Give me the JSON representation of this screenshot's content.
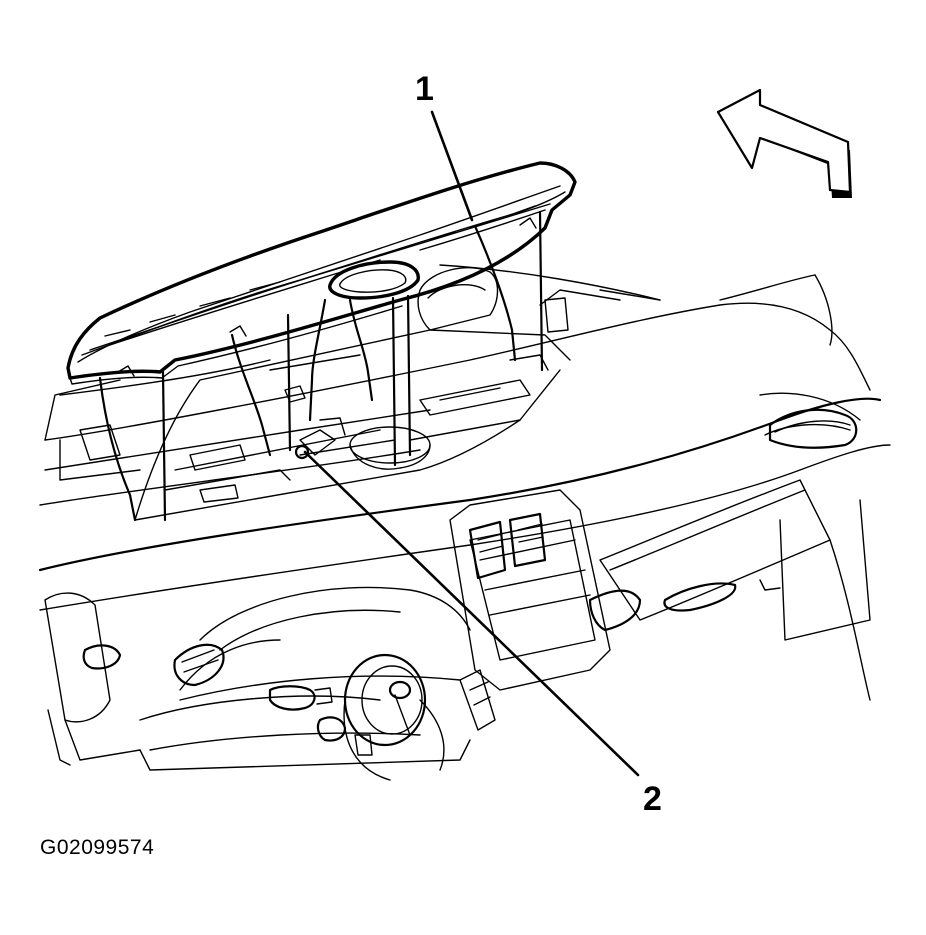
{
  "callouts": {
    "one": "1",
    "two": "2"
  },
  "figure_id": "G02099574",
  "icons": {
    "direction": "arrow-forward-icon"
  },
  "colors": {
    "ink": "#000000",
    "paper": "#ffffff"
  }
}
